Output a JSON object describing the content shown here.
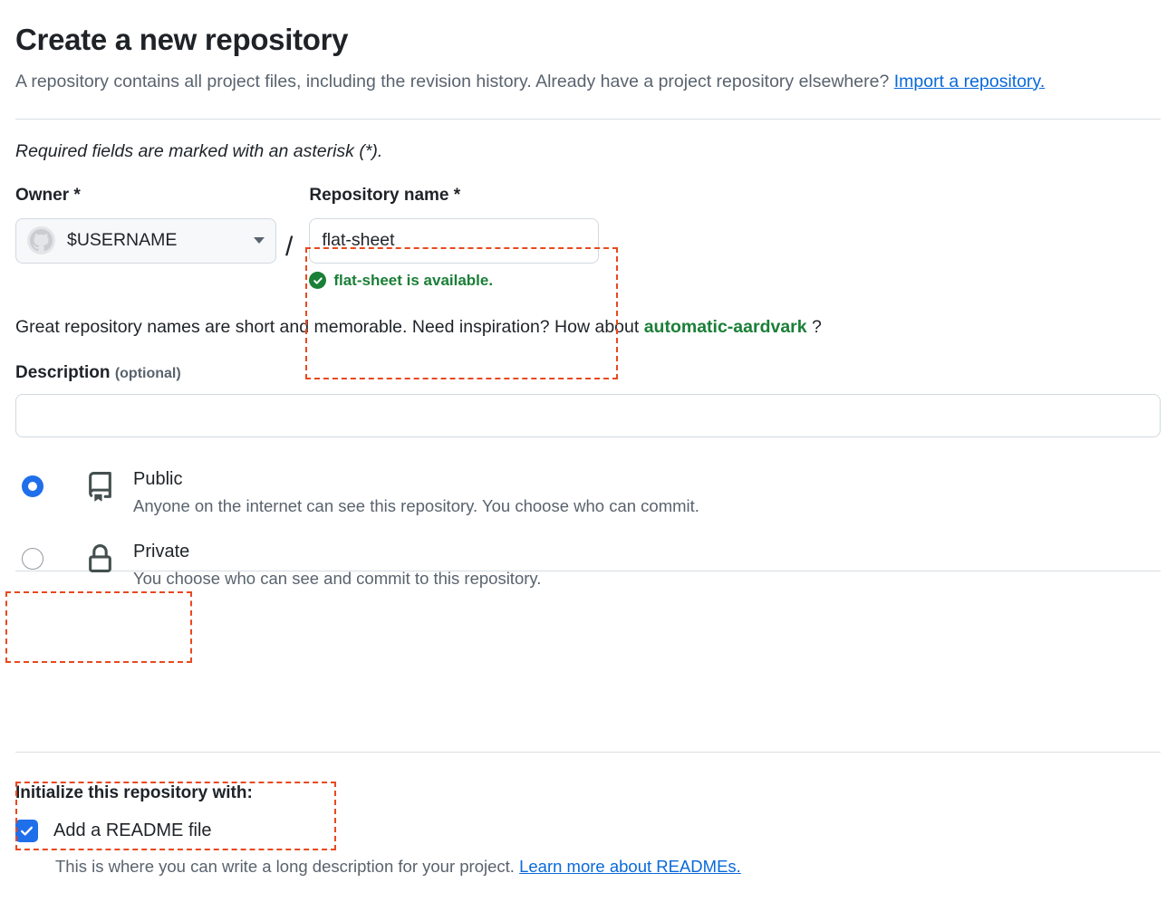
{
  "header": {
    "title": "Create a new repository",
    "description_part1": "A repository contains all project files, including the revision history. Already have a project repository elsewhere?",
    "import_link": "Import a repository.",
    "required_note": "Required fields are marked with an asterisk (*)."
  },
  "owner": {
    "label": "Owner *",
    "value": "$USERNAME",
    "avatar_icon": "github-octocat-avatar-icon",
    "chevron_icon": "chevron-down-icon"
  },
  "separator": "/",
  "repository_name": {
    "label": "Repository name *",
    "value": "flat-sheet",
    "placeholder": "",
    "availability_text": "flat-sheet is available.",
    "availability_icon": "check-circle-icon",
    "availability_color": "#1a7f37"
  },
  "suggestion": {
    "prefix": "Great repository names are short and memorable. Need inspiration? How about",
    "name": "automatic-aardvark",
    "suffix": "?"
  },
  "description": {
    "label": "Description",
    "optional": "(optional)",
    "value": "",
    "placeholder": ""
  },
  "visibility": {
    "options": [
      {
        "id": "public",
        "title": "Public",
        "description": "Anyone on the internet can see this repository. You choose who can commit.",
        "icon": "book-repo-icon",
        "selected": true
      },
      {
        "id": "private",
        "title": "Private",
        "description": "You choose who can see and commit to this repository.",
        "icon": "lock-icon",
        "selected": false
      }
    ]
  },
  "initialize": {
    "title": "Initialize this repository with:",
    "readme_label": "Add a README file",
    "readme_checked": true,
    "readme_description": "This is where you can write a long description for your project.",
    "readme_link": "Learn more about READMEs."
  },
  "colors": {
    "highlight_dash": "#e8491f",
    "accent_blue": "#1f6feb",
    "link_blue": "#0969da",
    "success_green": "#1a7f37",
    "muted_text": "#59636e"
  }
}
